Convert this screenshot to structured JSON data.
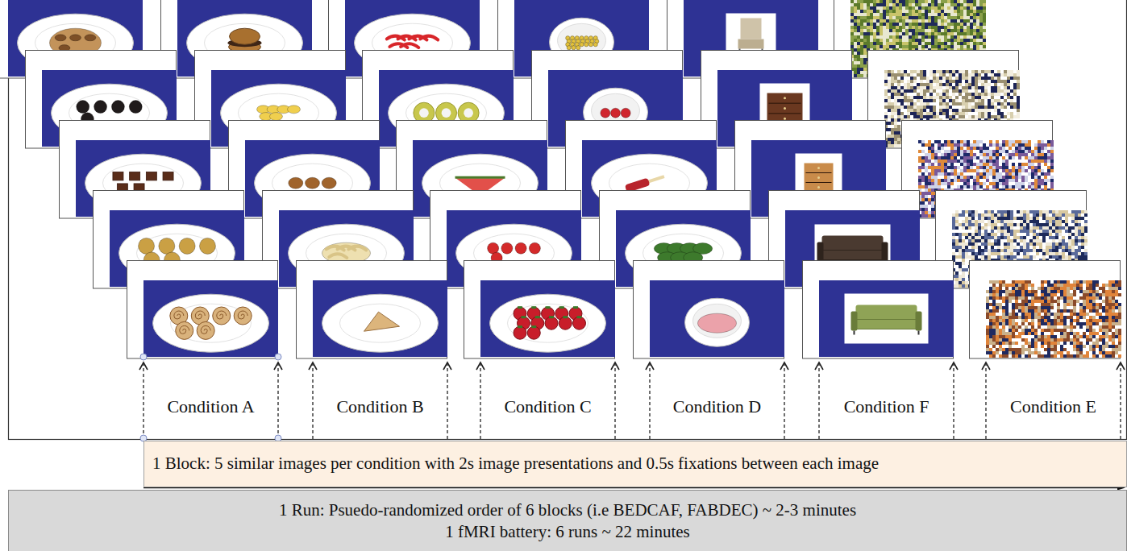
{
  "diagram": {
    "nodes": [
      {
        "text": [
          "1 Block: 5 similar images per condition with 2s image presentations and 0.5s fixations between each image"
        ]
      },
      {
        "text": [
          "1 Run: Psuedo-randomized order of 6 blocks (i.e BEDCAF, FABDEC) ~ 2-3 minutes",
          "1 fMRI battery: 6 runs ~ 22 minutes"
        ]
      }
    ],
    "labels": [
      "Condition A",
      "Condition B",
      "Condition C",
      "Condition D",
      "Condition F",
      "Condition E"
    ]
  }
}
